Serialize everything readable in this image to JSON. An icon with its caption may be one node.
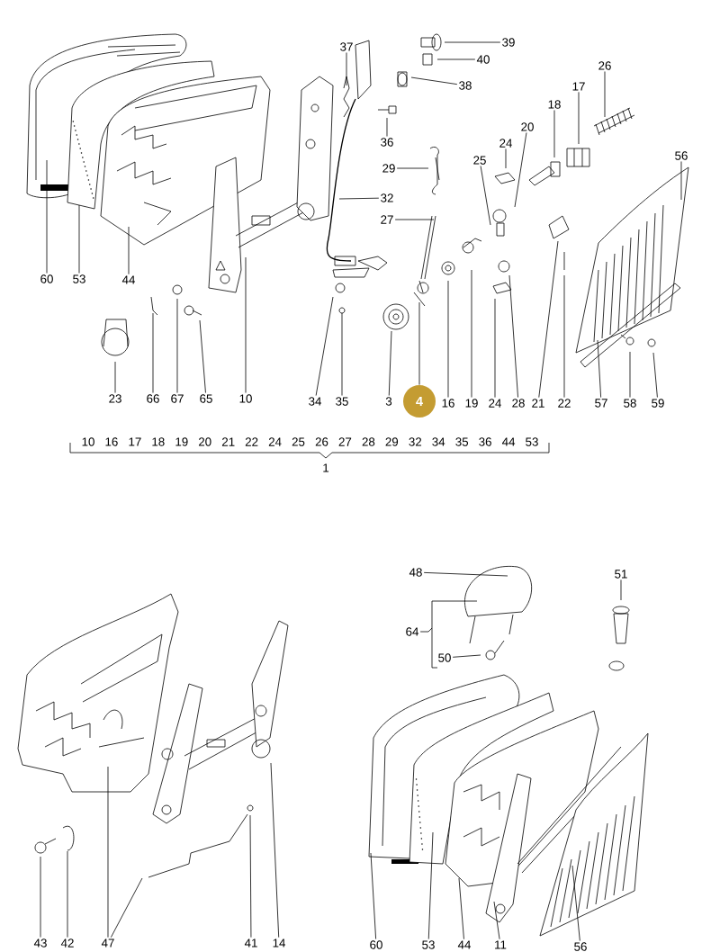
{
  "diagram": {
    "nodes": [
      {
        "text": [
          "37"
        ]
      },
      {
        "text": [
          "39"
        ]
      },
      {
        "text": [
          "40"
        ]
      },
      {
        "text": [
          "38"
        ]
      },
      {
        "text": [
          "26"
        ]
      },
      {
        "text": [
          "17"
        ]
      },
      {
        "text": [
          "18"
        ]
      },
      {
        "text": [
          "20"
        ]
      },
      {
        "text": [
          "24"
        ]
      },
      {
        "text": [
          "36"
        ]
      },
      {
        "text": [
          "25"
        ]
      },
      {
        "text": [
          "56"
        ]
      },
      {
        "text": [
          "29"
        ]
      },
      {
        "text": [
          "32"
        ]
      },
      {
        "text": [
          "27"
        ]
      },
      {
        "text": [
          "60"
        ]
      },
      {
        "text": [
          "53"
        ]
      },
      {
        "text": [
          "44"
        ]
      },
      {
        "text": [
          "23"
        ]
      },
      {
        "text": [
          "66"
        ]
      },
      {
        "text": [
          "67"
        ]
      },
      {
        "text": [
          "65"
        ]
      },
      {
        "text": [
          "10"
        ]
      },
      {
        "text": [
          "34"
        ]
      },
      {
        "text": [
          "35"
        ]
      },
      {
        "text": [
          "3"
        ]
      },
      {
        "text": [
          "4"
        ]
      },
      {
        "text": [
          "16"
        ]
      },
      {
        "text": [
          "19"
        ]
      },
      {
        "text": [
          "24"
        ]
      },
      {
        "text": [
          "28"
        ]
      },
      {
        "text": [
          "21"
        ]
      },
      {
        "text": [
          "22"
        ]
      },
      {
        "text": [
          "57"
        ]
      },
      {
        "text": [
          "58"
        ]
      },
      {
        "text": [
          "59"
        ]
      },
      {
        "text": [
          "48"
        ]
      },
      {
        "text": [
          "51"
        ]
      },
      {
        "text": [
          "64"
        ]
      },
      {
        "text": [
          "50"
        ]
      },
      {
        "text": [
          "43"
        ]
      },
      {
        "text": [
          "42"
        ]
      },
      {
        "text": [
          "47"
        ]
      },
      {
        "text": [
          "41"
        ]
      },
      {
        "text": [
          "14"
        ]
      },
      {
        "text": [
          "60"
        ]
      },
      {
        "text": [
          "53"
        ]
      },
      {
        "text": [
          "44"
        ]
      },
      {
        "text": [
          "11"
        ]
      },
      {
        "text": [
          "56"
        ]
      }
    ],
    "edges": [
      {
        "from": 0,
        "to": null,
        "arrow": "none"
      },
      {
        "from": 1,
        "to": null,
        "arrow": "none"
      },
      {
        "from": 2,
        "to": null,
        "arrow": "none"
      },
      {
        "from": 3,
        "to": null,
        "arrow": "none"
      },
      {
        "from": 4,
        "to": null,
        "arrow": "none"
      },
      {
        "from": 5,
        "to": null,
        "arrow": "none"
      },
      {
        "from": 6,
        "to": null,
        "arrow": "none"
      },
      {
        "from": 7,
        "to": null,
        "arrow": "none"
      },
      {
        "from": 8,
        "to": null,
        "arrow": "none"
      },
      {
        "from": 9,
        "to": null,
        "arrow": "none"
      },
      {
        "from": 10,
        "to": null,
        "arrow": "none"
      },
      {
        "from": 11,
        "to": null,
        "arrow": "none"
      },
      {
        "from": 12,
        "to": null,
        "arrow": "none"
      },
      {
        "from": 13,
        "to": null,
        "arrow": "none"
      },
      {
        "from": 14,
        "to": null,
        "arrow": "none"
      },
      {
        "from": 15,
        "to": null,
        "arrow": "none"
      },
      {
        "from": 16,
        "to": null,
        "arrow": "none"
      },
      {
        "from": 17,
        "to": null,
        "arrow": "none"
      },
      {
        "from": 18,
        "to": null,
        "arrow": "none"
      },
      {
        "from": 19,
        "to": null,
        "arrow": "none"
      },
      {
        "from": 20,
        "to": null,
        "arrow": "none"
      },
      {
        "from": 21,
        "to": null,
        "arrow": "none"
      },
      {
        "from": 22,
        "to": null,
        "arrow": "none"
      },
      {
        "from": 23,
        "to": null,
        "arrow": "none"
      },
      {
        "from": 24,
        "to": null,
        "arrow": "none"
      },
      {
        "from": 25,
        "to": null,
        "arrow": "none"
      },
      {
        "from": 26,
        "to": null,
        "arrow": "none"
      },
      {
        "from": 27,
        "to": null,
        "arrow": "none"
      },
      {
        "from": 28,
        "to": null,
        "arrow": "none"
      },
      {
        "from": 29,
        "to": null,
        "arrow": "none"
      },
      {
        "from": 30,
        "to": null,
        "arrow": "none"
      },
      {
        "from": 31,
        "to": null,
        "arrow": "none"
      },
      {
        "from": 32,
        "to": null,
        "arrow": "none"
      },
      {
        "from": 33,
        "to": null,
        "arrow": "none"
      },
      {
        "from": 34,
        "to": null,
        "arrow": "none"
      },
      {
        "from": 35,
        "to": null,
        "arrow": "none"
      },
      {
        "from": 36,
        "to": null,
        "arrow": "none"
      },
      {
        "from": 37,
        "to": null,
        "arrow": "none"
      },
      {
        "from": 38,
        "to": null,
        "arrow": "none"
      },
      {
        "from": 39,
        "to": null,
        "arrow": "none"
      },
      {
        "from": 40,
        "to": null,
        "arrow": "none"
      },
      {
        "from": 41,
        "to": null,
        "arrow": "none"
      },
      {
        "from": 42,
        "to": null,
        "arrow": "none"
      },
      {
        "from": 42,
        "to": null,
        "arrow": "none"
      },
      {
        "from": 43,
        "to": null,
        "arrow": "none"
      },
      {
        "from": 44,
        "to": null,
        "arrow": "none"
      },
      {
        "from": 45,
        "to": null,
        "arrow": "none"
      },
      {
        "from": 46,
        "to": null,
        "arrow": "none"
      },
      {
        "from": 47,
        "to": null,
        "arrow": "none"
      },
      {
        "from": 48,
        "to": null,
        "arrow": "none"
      },
      {
        "from": 49,
        "to": null,
        "arrow": "none"
      }
    ],
    "labels": [
      "10",
      "16",
      "17",
      "18",
      "19",
      "20",
      "21",
      "22",
      "24",
      "25",
      "26",
      "27",
      "28",
      "29",
      "32",
      "34",
      "35",
      "36",
      "44",
      "53",
      "1"
    ]
  }
}
